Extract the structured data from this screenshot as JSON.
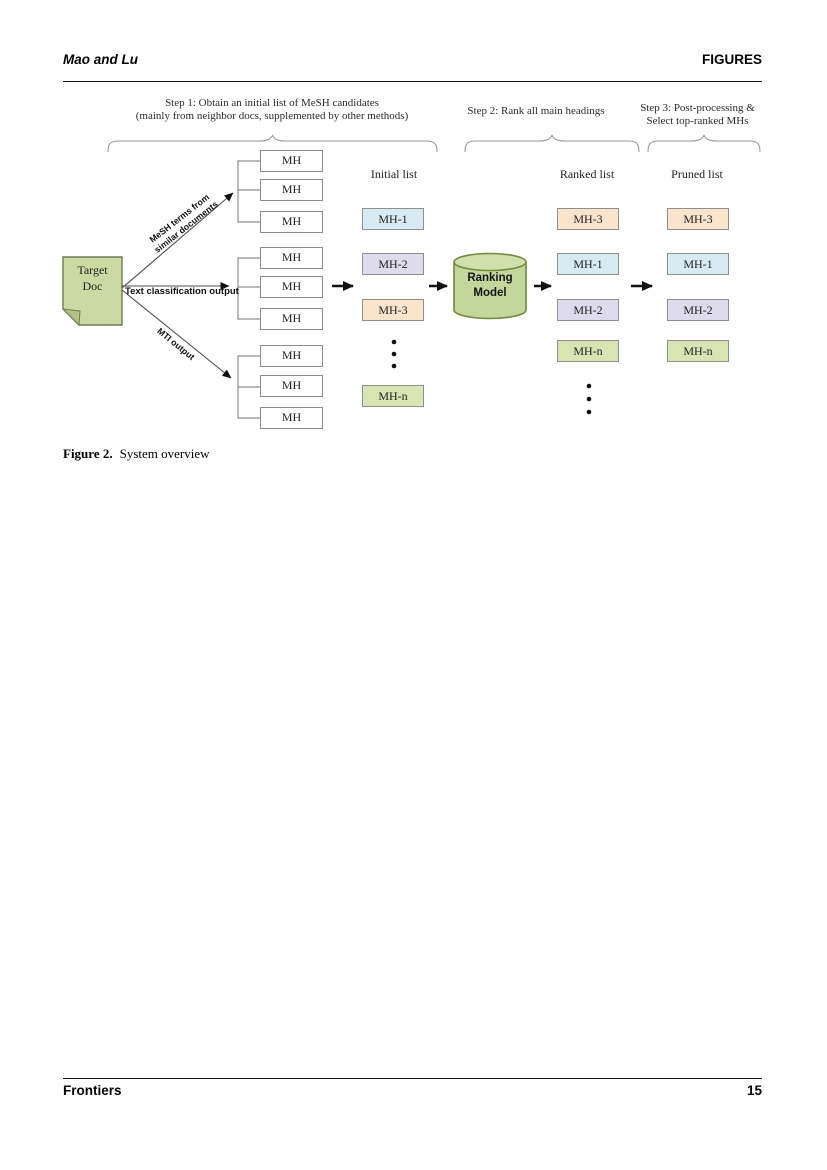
{
  "header": {
    "authors": "Mao and Lu",
    "section": "FIGURES"
  },
  "footer": {
    "journal": "Frontiers",
    "page_number": "15"
  },
  "caption": {
    "label": "Figure 2.",
    "text": "System overview"
  },
  "diagram": {
    "steps": [
      {
        "label": "Step 1: Obtain an initial list of MeSH candidates\n(mainly from neighbor docs, supplemented by other methods)"
      },
      {
        "label": "Step 2: Rank all main headings"
      },
      {
        "label": "Step 3: Post-processing &\nSelect top-ranked MHs"
      }
    ],
    "source": {
      "label": "Target\nDoc"
    },
    "branches": [
      {
        "label": "MeSH terms from\nsimilar documents"
      },
      {
        "label": "Text classification output"
      },
      {
        "label": "MTI output"
      }
    ],
    "mh_box_label": "MH",
    "model": {
      "label": "Ranking\nModel"
    },
    "columns": {
      "initial": {
        "title": "Initial list",
        "items": [
          {
            "label": "MH-1",
            "color": "#d8eaf2"
          },
          {
            "label": "MH-2",
            "color": "#dedcec"
          },
          {
            "label": "MH-3",
            "color": "#fbe4cc"
          },
          {
            "label": "MH-n",
            "color": "#d8e4b4"
          }
        ]
      },
      "ranked": {
        "title": "Ranked list",
        "items": [
          {
            "label": "MH-3",
            "color": "#fbe4cc"
          },
          {
            "label": "MH-1",
            "color": "#d8eaf2"
          },
          {
            "label": "MH-2",
            "color": "#dedcec"
          },
          {
            "label": "MH-n",
            "color": "#d8e4b4"
          }
        ]
      },
      "pruned": {
        "title": "Pruned list",
        "items": [
          {
            "label": "MH-3",
            "color": "#fbe4cc"
          },
          {
            "label": "MH-1",
            "color": "#d8eaf2"
          },
          {
            "label": "MH-2",
            "color": "#dedcec"
          },
          {
            "label": "MH-n",
            "color": "#d8e4b4"
          }
        ]
      }
    },
    "colors": {
      "doc_fill": "#cbdaa2",
      "doc_stroke": "#6f7d52",
      "cylinder_fill": "#c3d69b",
      "cylinder_top_fill": "#cfe0ac",
      "cylinder_stroke": "#71893c",
      "box_blue": "#d8eaf2",
      "box_purple": "#dedcec",
      "box_peach": "#fbe4cc",
      "box_green": "#d8e4b4"
    }
  }
}
